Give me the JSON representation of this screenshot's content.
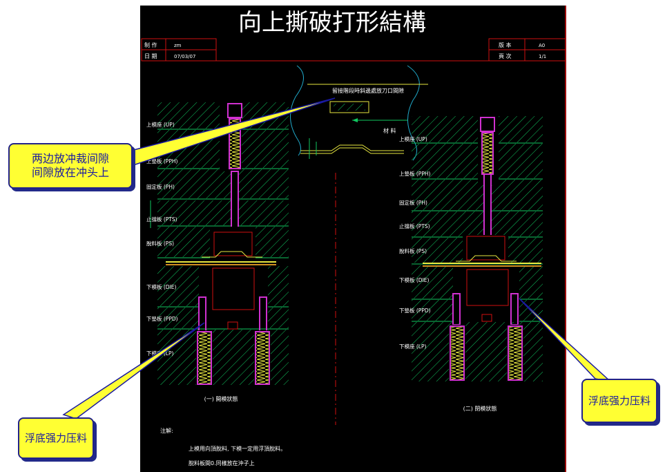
{
  "title": "向上撕破打形結構",
  "header_left": {
    "row1_label": "制 作",
    "row1_value": "zm",
    "row2_label": "日 期",
    "row2_value": "07/03/07"
  },
  "header_right": {
    "row1_label": "版 本",
    "row1_value": "A0",
    "row2_label": "頁 次",
    "row2_value": "1/1"
  },
  "center_note": "留接階段時斜邊處放刀口間隙",
  "material_label": "材 料",
  "left_layers": [
    "上模座 (UP)",
    "上墊板 (PPH)",
    "固定板 (PH)",
    "止擋板 (PTS)",
    "脫料板 (PS)",
    "下模板 (DIE)",
    "下墊板 (PPD)",
    "下模座 (LP)"
  ],
  "right_layers": [
    "上模座 (UP)",
    "上墊板 (PPH)",
    "固定板 (PH)",
    "止擋板 (PTS)",
    "脫料板 (PS)",
    "下模板 (DIE)",
    "下墊板 (PPD)",
    "下模座 (LP)"
  ],
  "left_caption": "(一) 開模狀態",
  "right_caption": "(二) 閉模狀態",
  "notes_title": "注解:",
  "notes": [
    "上模用向頂脫料, 下模一定用浮頂脫料。",
    "脫料板間0.同樣放在沖子上"
  ],
  "callouts": {
    "top_left": [
      "两边放冲裁间隙",
      "间隙放在冲头上"
    ],
    "bottom_left": "浮底强力压料",
    "right": "浮底强力压料"
  },
  "colors": {
    "background": "#000000",
    "frame": "#d01010",
    "hatch": "#10c860",
    "punch": "#d030d0",
    "spring": "#e8e840",
    "callout_fill": "#ffff33",
    "callout_text": "#1a1aa0"
  }
}
